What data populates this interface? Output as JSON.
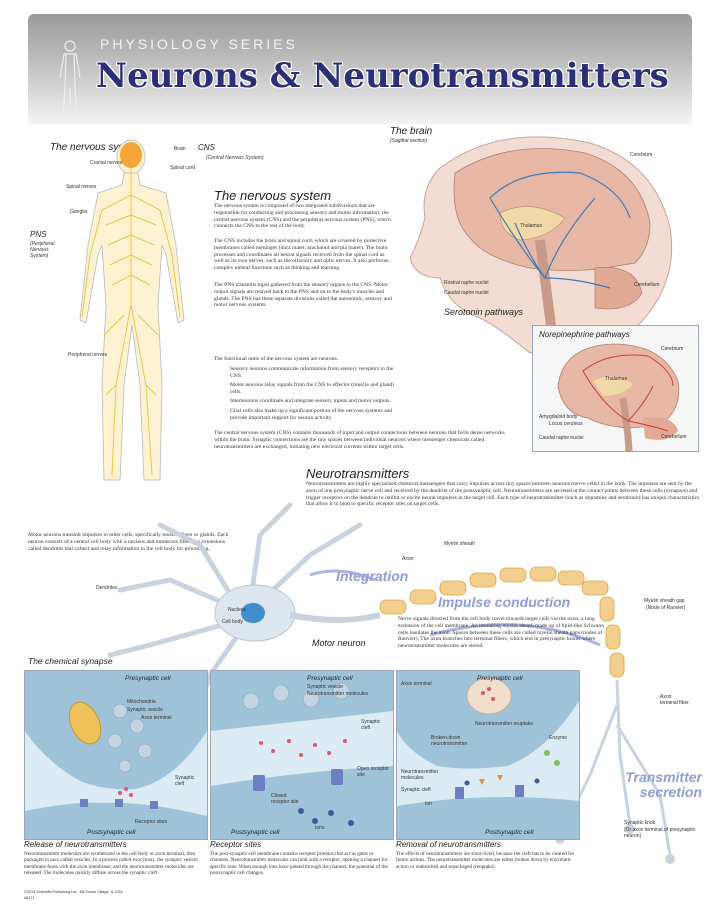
{
  "header": {
    "series": "PHYSIOLOGY SERIES",
    "title": "Neurons & Neurotransmitters"
  },
  "nervous_system_figure": {
    "title": "The nervous system",
    "labels": {
      "brain": "Brain",
      "cranial_nerves": "Cranial nerves",
      "spinal_cord": "Spinal cord",
      "spinal_nerves": "Spinal nerves",
      "ganglia": "Ganglia",
      "peripheral_nerves": "Peripheral nerves",
      "cns": "CNS",
      "cns_full": "(Central Nervous System)",
      "pns": "PNS",
      "pns_full": "(Peripheral Nervous System)"
    }
  },
  "nervous_text": {
    "title": "The nervous system",
    "p1": "The nervous system is composed of two integrated subdivisions that are responsible for conducting and processing sensory and motor information: the central nervous system (CNS) and the peripheral nervous system (PNS), which connects the CNS to the rest of the body.",
    "p2": "The CNS includes the brain and spinal cord, which are covered by protective membranes called meninges (dura mater, arachnoid and pia mater). The brain processes and coordinates all neural signals received from the spinal cord as well as its own nerves, such as the olfactory and optic nerves. It also performs complex mental functions such as thinking and learning.",
    "p3": "The PNS transmits input gathered from the sensory organs to the CNS. Motor output signals are relayed back to the PNS and on to the body's muscles and glands. The PNS has three separate divisions called the autonomic, sensory and motor nervous systems."
  },
  "brain_figure": {
    "title": "The brain",
    "subtitle": "(Sagittal section)",
    "labels": {
      "cerebrum": "Cerebrum",
      "thalamus": "Thalamus",
      "rostral": "Rostral raphe nuclei",
      "caudal": "Caudal raphe nuclei",
      "cerebellum": "Cerebellum"
    },
    "caption": "Serotonin pathways"
  },
  "norepinephrine": {
    "title": "Norepinephrine pathways",
    "labels": {
      "cerebrum": "Cerebrum",
      "thalamus": "Thalamus",
      "amygdaloid": "Amygdaloid body",
      "locus": "Locus ceruleus",
      "caudal": "Caudal raphe nuclei",
      "cerebellum": "Cerebellum"
    }
  },
  "units_text": {
    "intro": "The functional units of the nervous system are neurons.",
    "sensory": "Sensory neurons communicate information from sensory receptors to the CNS.",
    "motor": "Motor neurons relay signals from the CNS to effector (muscle and gland) cells.",
    "inter": "Interneurons coordinate and integrate sensory inputs and motor outputs.",
    "glial": "Glial cells also make up a significant portion of the nervous systems and provide important support for neuron activity.",
    "cns_para": "The central nervous system (CNS) contains thousands of input and output connections between neurons that form dense networks within the brain. Synaptic connections are the tiny spaces between individual neurons where messenger chemicals called neurotransmitters are exchanged, initiating new electrical currents within target cells."
  },
  "neurotransmitters": {
    "title": "Neurotransmitters",
    "text": "Neurotransmitters are highly specialized chemical messengers that carry impulses across tiny spaces between neurons (nerve cells) in the body. The impulses are sent by the axon of one presynaptic nerve cell and received by the dendrite of the postsynaptic cell. Neurotransmitters are secreted at the contact points between these cells (synapses) and trigger receptors on the dendrite to inhibit or excite neural impulses in the target cell. Each type of neurotransmitter (such as dopamine and serotonin) has unique characteristics that allow it to bind to specific receptor sites on target cells."
  },
  "motor_neuron": {
    "text": "Motor neurons transmit impulses to other cells, specifically muscle fibers or glands. Each neuron consists of a central cell body with a nucleus and numerous fiber-like extensions called dendrites that collect and relay information to the cell body for processing.",
    "labels": {
      "dendrites": "Dendrites",
      "nucleus": "Nucleus",
      "cell_body": "Cell body",
      "myelin_sheath": "Myelin sheath",
      "axon": "Axon",
      "gap": "Myelin sheath gap",
      "gap_sub": "(Node of Ranvier)",
      "axon_terminal": "Axon terminal fiber",
      "knob": "Synaptic knob",
      "knob_sub": "(Or axon terminal of presynaptic neuron)"
    },
    "caption": "Motor neuron",
    "integration": "Integration",
    "impulse": "Impulse conduction",
    "transmitter": "Transmitter secretion",
    "impulse_text": "Nerve signals directed from the cell body travel towards target cells via the axon, a long extension of the cell membrane. An insulating myelin sheath made up of lipid-like Schwann cells insulates the axon. Spaces between these cells are called myelin sheath gaps (nodes of Ranvier). The axon branches into terminal fibers, which end in presynaptic knobs where neurotransmitter molecules are stored."
  },
  "chemical_synapse": {
    "title": "The chemical synapse",
    "panels": [
      {
        "cell_top": "Presynaptic cell",
        "cell_bottom": "Postsynaptic cell",
        "labels": [
          "Mitochondria",
          "Synaptic vesicle",
          "Axon terminal",
          "Synaptic cleft",
          "Receptor sites"
        ],
        "caption": "Release of neurotransmitters",
        "text": "Neurotransmitter molecules are synthesized in the cell body or axon terminal, then packaged in sacs called vesicles. In a process called exocytosis, the synaptic vesicle membrane fuses with the axon membrane, and the neurotransmitter molecules are released. The molecules quickly diffuse across the synaptic cleft."
      },
      {
        "cell_top": "Presynaptic cell",
        "cell_bottom": "Postsynaptic cell",
        "labels": [
          "Synaptic vesicle",
          "Neurotransmitter molecules",
          "Synaptic cleft",
          "Open receptor site",
          "Closed receptor site",
          "Ions"
        ],
        "caption": "Receptor sites",
        "text": "The post-synaptic cell membrane contains receptor proteins that act as gates or channels. Neurotransmitter molecules can bind with a receptor, opening a channel for specific ions. When enough ions have passed through the channel, the potential of the postsynaptic cell changes."
      },
      {
        "cell_top": "Presynaptic cell",
        "cell_bottom": "Postsynaptic cell",
        "labels": [
          "Axon terminal",
          "Neurotransmitter reuptake",
          "Broken-down neurotransmitter",
          "Enzyme",
          "Neurotransmitter molecules",
          "Synaptic cleft",
          "Ion"
        ],
        "caption": "Removal of neurotransmitters",
        "text": "The effects of neurotransmitters are short-lived, because the cleft has to be cleared for future actions. The neurotransmitter molecules are either broken down by enzymatic action or reabsorbed and repackaged (reuptake)."
      }
    ]
  },
  "footer": {
    "copyright": "©2013 Scientific Publishing Ltd., Elk Grove Village, IL USA",
    "code": "#6271"
  },
  "colors": {
    "title": "#2b2f78",
    "nerves": "#e9c64a",
    "accent_blue": "#8f9dd6",
    "panel_blue": "#9fc4da"
  }
}
